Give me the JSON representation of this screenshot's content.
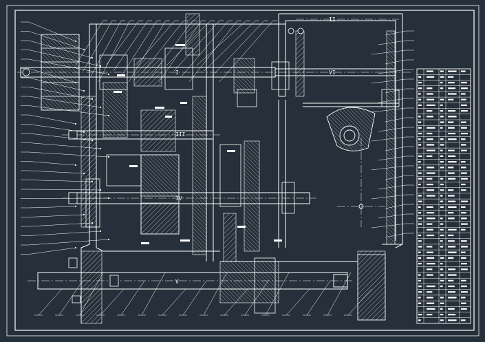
{
  "drawing": {
    "background": "#26303b",
    "line_color": "#ffffff",
    "accent_color": "#cfd8e2",
    "section_labels": {
      "top_shaft": "I",
      "top_right_shaft": "II",
      "middle_shaft": "III",
      "lower_shaft": "IV",
      "bottom_shaft": "V",
      "cam_shaft": "VI"
    },
    "leader_count_left": 26,
    "leader_count_top": 20,
    "leader_count_right": 22,
    "leader_count_bottom": 16
  },
  "parts_table": {
    "rows": 45,
    "columns": 5,
    "shown_text": []
  }
}
